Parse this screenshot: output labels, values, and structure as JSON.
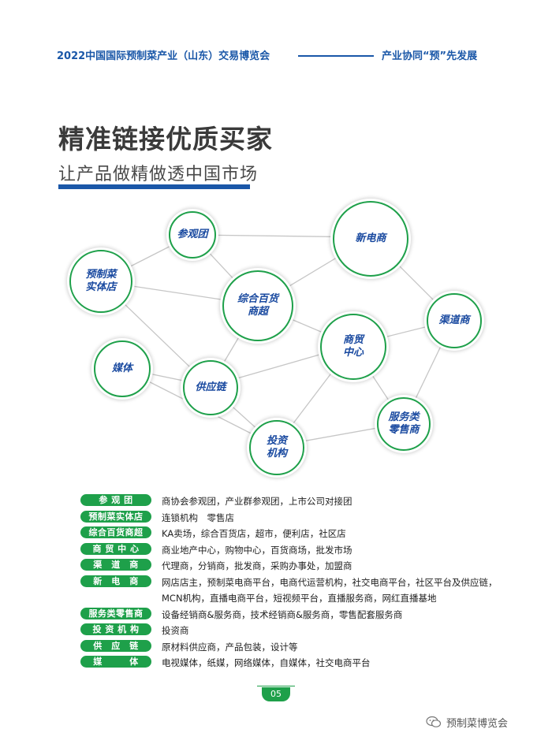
{
  "header": {
    "left_text": "2022中国国际预制菜产业（山东）交易博览会",
    "right_text": "产业协同“预”先发展"
  },
  "title": "精准链接优质买家",
  "subtitle": "让产品做精做透中国市场",
  "colors": {
    "brand_blue": "#1a57a8",
    "green": "#1ea04a",
    "node_text": "#1a4aa0"
  },
  "network": {
    "nodes": [
      {
        "id": "canguantuan",
        "label": "参观团"
      },
      {
        "id": "xindianshang",
        "label": "新电商"
      },
      {
        "id": "yuzhicai",
        "label": "预制菜\n实体店"
      },
      {
        "id": "zonghe",
        "label": "综合百货\n商超"
      },
      {
        "id": "qudao",
        "label": "渠道商"
      },
      {
        "id": "shangmao",
        "label": "商贸\n中心"
      },
      {
        "id": "meiti",
        "label": "媒体"
      },
      {
        "id": "gongying",
        "label": "供应链"
      },
      {
        "id": "fuwu",
        "label": "服务类\n零售商"
      },
      {
        "id": "touzi",
        "label": "投资\n机构"
      }
    ]
  },
  "legend": [
    {
      "label": "参 观 团",
      "desc": "商协会参观团，产业群参观团，上市公司对接团"
    },
    {
      "label": "预制菜实体店",
      "desc": "连锁机构　零售店"
    },
    {
      "label": "综合百货商超",
      "desc": "KA卖场，综合百货店，超市，便利店，社区店"
    },
    {
      "label": "商 贸 中 心",
      "desc": "商业地产中心，购物中心，百货商场，批发市场"
    },
    {
      "label": "渠　道　商",
      "desc": "代理商，分销商，批发商，采购办事处，加盟商"
    },
    {
      "label": "新　电　商",
      "desc": "网店店主，预制菜电商平台，电商代运营机构，社交电商平台，社区平台及供应链，\nMCN机构，直播电商平台，短视频平台，直播服务商，网红直播基地"
    },
    {
      "label": "服务类零售商",
      "desc": "设备经销商&服务商，技术经销商&服务商，零售配套服务商"
    },
    {
      "label": "投 资 机 构",
      "desc": "投资商"
    },
    {
      "label": "供　应　链",
      "desc": "原材料供应商，产品包装，设计等"
    },
    {
      "label": "媒　　　体",
      "desc": "电视媒体，纸媒，网络媒体，自媒体，社交电商平台"
    }
  ],
  "page_number": "05",
  "watermark": "预制菜博览会"
}
